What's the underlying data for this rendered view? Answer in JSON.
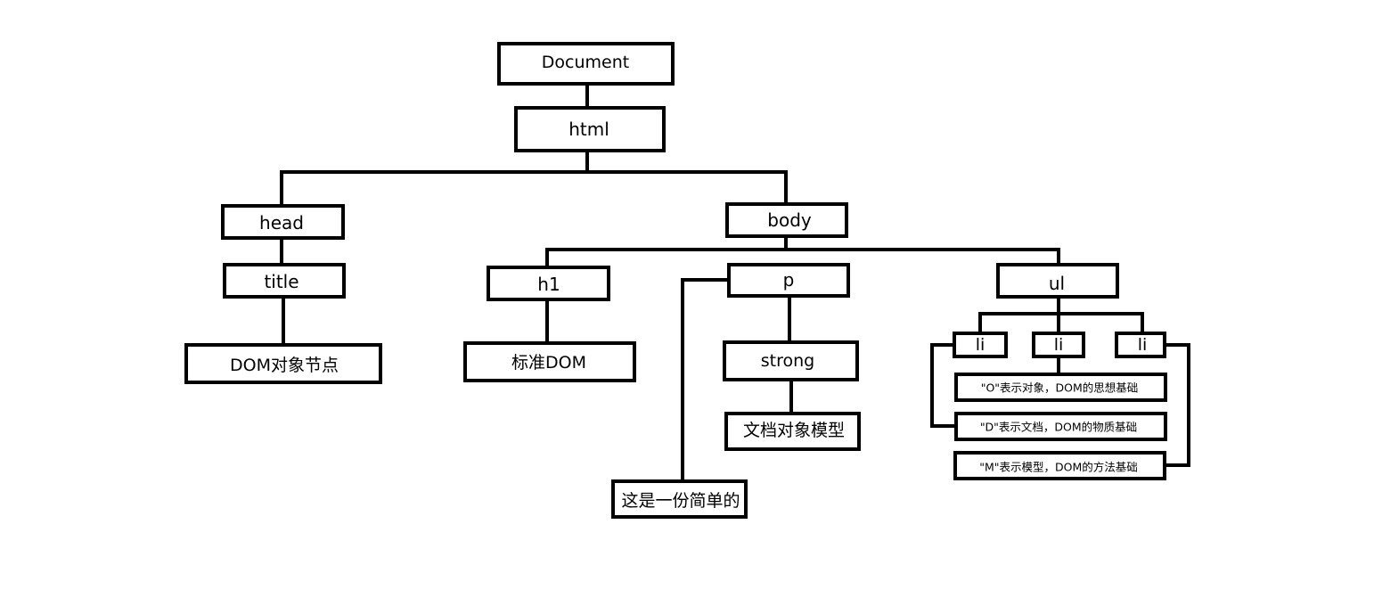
{
  "nodes": {
    "document": "Document",
    "html": "html",
    "head": "head",
    "title": "title",
    "title_text": "DOM对象节点",
    "body": "body",
    "h1": "h1",
    "h1_text": "标准DOM",
    "p": "p",
    "p_text": "这是一份简单的",
    "strong": "strong",
    "strong_text": "文档对象模型",
    "ul": "ul",
    "li_1": "li",
    "li_2": "li",
    "li_3": "li",
    "li_1_text": "\"O\"表示对象，DOM的思想基础",
    "li_2_text": "\"D\"表示文档，DOM的物质基础",
    "li_3_text": "\"M\"表示模型，DOM的方法基础"
  }
}
